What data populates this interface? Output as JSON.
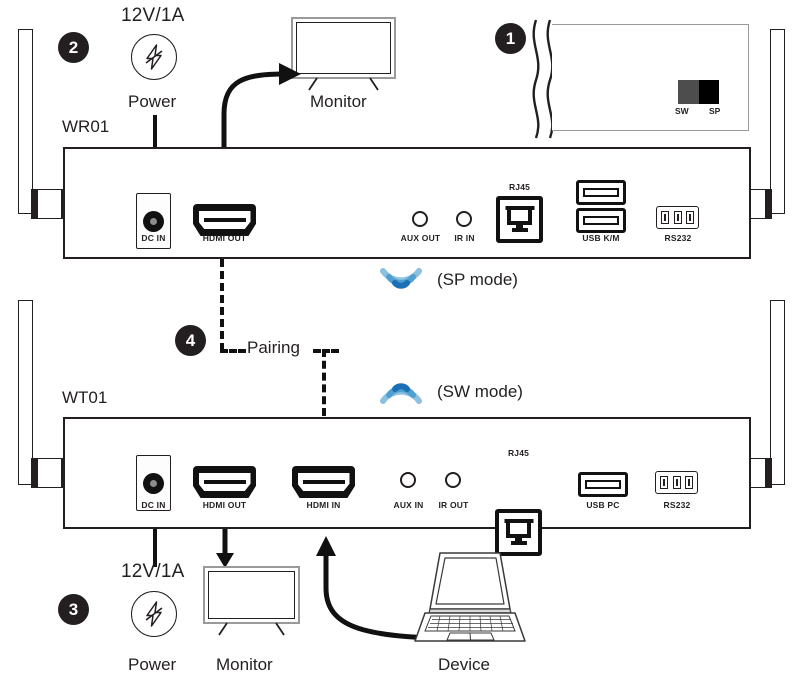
{
  "diagram": {
    "title": "WR01 / WT01 wireless HDMI extender connection diagram",
    "accent_blue_light": "#8cc0e0",
    "accent_blue_mid": "#4f9fd0",
    "accent_blue_dark": "#1b6fb5",
    "line_color": "#231f20"
  },
  "steps": [
    {
      "id": "step-1",
      "number": "1"
    },
    {
      "id": "step-2",
      "number": "2"
    },
    {
      "id": "step-3",
      "number": "3"
    },
    {
      "id": "step-4",
      "number": "4"
    }
  ],
  "mode_switch": {
    "left_label": "SW",
    "right_label": "SP"
  },
  "receiver": {
    "name": "WR01",
    "power": {
      "voltage": "12V/1A",
      "label": "Power",
      "icon": "lightning-bolt-icon"
    },
    "monitor_label": "Monitor",
    "mode_label": "(SP mode)",
    "ports": [
      {
        "id": "dc-in",
        "label": "DC IN"
      },
      {
        "id": "hdmi-out",
        "label": "HDMI OUT"
      },
      {
        "id": "aux-out",
        "label": "AUX OUT"
      },
      {
        "id": "ir-in",
        "label": "IR IN"
      },
      {
        "id": "rj45",
        "label": "RJ45"
      },
      {
        "id": "usb-km",
        "label": "USB K/M"
      },
      {
        "id": "rs232",
        "label": "RS232"
      }
    ]
  },
  "transmitter": {
    "name": "WT01",
    "power": {
      "voltage": "12V/1A",
      "label": "Power",
      "icon": "lightning-bolt-icon"
    },
    "monitor_label": "Monitor",
    "device_label": "Device",
    "mode_label": "(SW mode)",
    "ports": [
      {
        "id": "dc-in",
        "label": "DC IN"
      },
      {
        "id": "hdmi-out",
        "label": "HDMI OUT"
      },
      {
        "id": "hdmi-in",
        "label": "HDMI IN"
      },
      {
        "id": "aux-in",
        "label": "AUX IN"
      },
      {
        "id": "ir-out",
        "label": "IR OUT"
      },
      {
        "id": "rj45",
        "label": "RJ45"
      },
      {
        "id": "usb-pc",
        "label": "USB PC"
      },
      {
        "id": "rs232",
        "label": "RS232"
      }
    ]
  },
  "pairing": {
    "label": "Pairing"
  }
}
